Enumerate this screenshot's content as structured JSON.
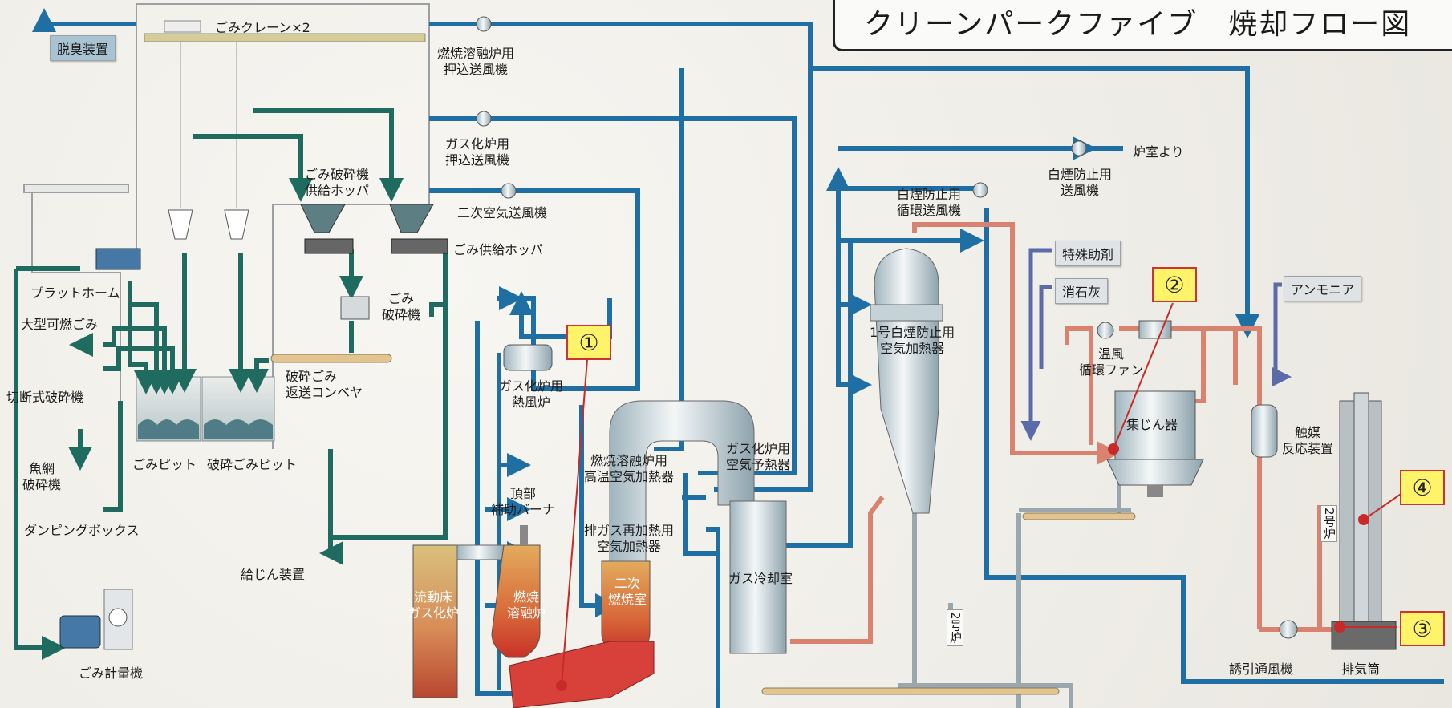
{
  "title": "クリーンパークファイブ　焼却フロー図",
  "colors": {
    "air_blue": "#1f6fa5",
    "waste_green": "#1f6b5f",
    "gas_pink": "#d9826f",
    "grey_line": "#9aa7ae",
    "tag_yellow": "#fff36a",
    "tag_border": "#cc3333"
  },
  "markers": [
    "①",
    "②",
    "③",
    "④"
  ],
  "labels": {
    "deodorizer": "脱臭装置",
    "crane": "ごみクレーン×2",
    "platform": "プラットホーム",
    "bulky_waste": "大型可燃ごみ",
    "cutting_crusher": "切断式破砕機",
    "fishnet_crusher": "魚網\n破砕機",
    "dumping_box": "ダンピングボックス",
    "waste_pit": "ごみピット",
    "crushed_pit": "破砕ごみピット",
    "crusher_hopper": "ごみ破砕機\n供給ホッパ",
    "feed_hopper": "ごみ供給ホッパ",
    "crusher": "ごみ\n破砕機",
    "return_conveyor": "破砕ごみ\n返送コンベヤ",
    "weighbridge": "ごみ計量機",
    "dust_feeder": "給じん装置",
    "melt_push_fan": "燃焼溶融炉用\n押込送風機",
    "gas_push_fan": "ガス化炉用\n押込送風機",
    "secondary_air_fan": "二次空気送風機",
    "gasifier_hot_air": "ガス化炉用\n熱風炉",
    "top_burner": "頂部\n補助バーナ",
    "fluid_gasifier": "流動床\nガス化炉",
    "melting_furnace": "燃焼\n溶融炉",
    "secondary_chamber": "二次\n燃焼室",
    "hightemp_air_heater": "燃焼溶融炉用\n高温空気加熱器",
    "exhaust_reheat": "排ガス再加熱用\n空気加熱器",
    "gasifier_preheater": "ガス化炉用\n空気予熱器",
    "gas_cooling": "ガス冷却室",
    "plume_circ_fan": "白煙防止用\n循環送風機",
    "plume_fan": "白煙防止用\n送風機",
    "from_furnace_room": "炉室より",
    "plume_air_heater": "1号白煙防止用\n空気加熱器",
    "special_agent": "特殊助剤",
    "slaked_lime": "消石灰",
    "hot_air_fan": "温風\n循環ファン",
    "dust_collector": "集じん器",
    "ammonia": "アンモニア",
    "catalyst": "触媒\n反応装置",
    "induced_fan": "誘引通風機",
    "stack": "排気筒",
    "furnace2_a": "2号炉",
    "furnace2_b": "2号炉"
  }
}
